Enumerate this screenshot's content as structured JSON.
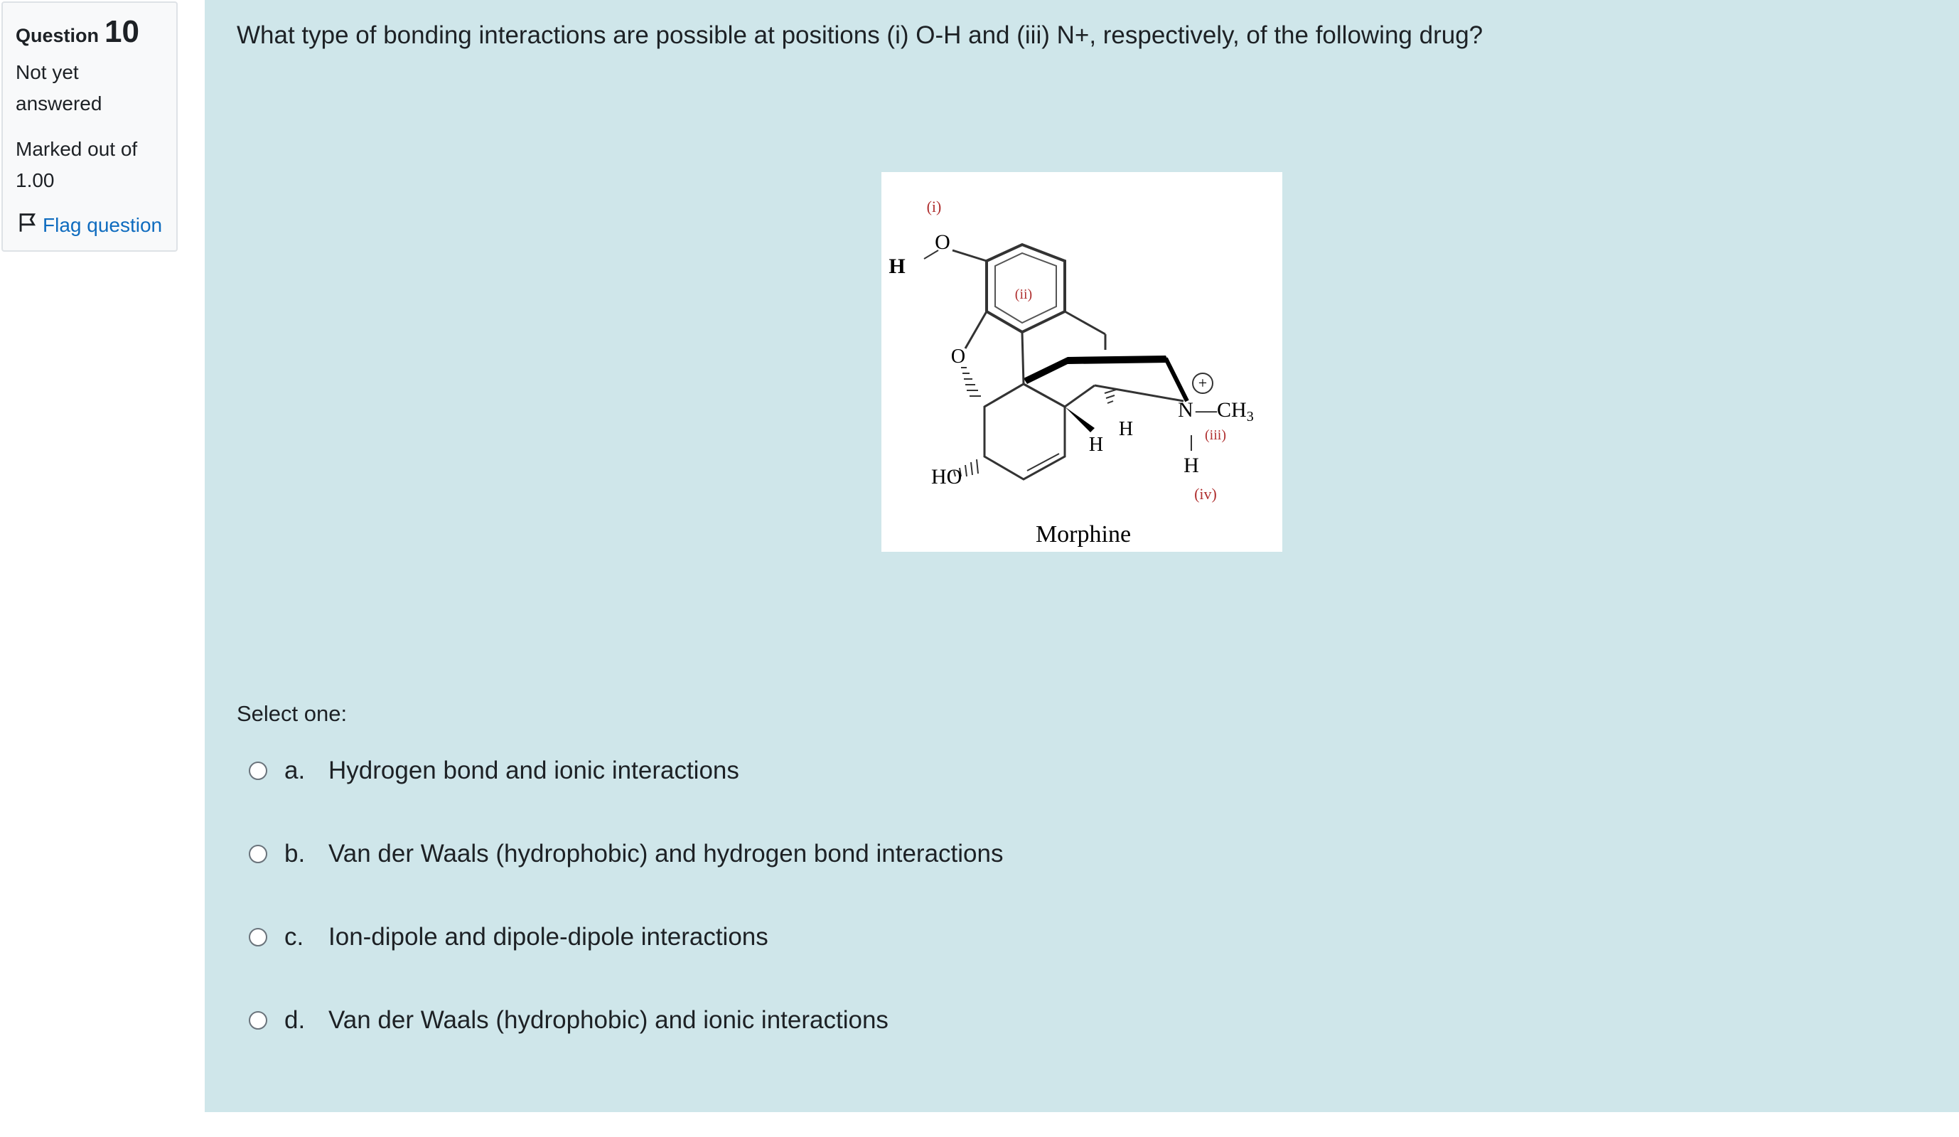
{
  "info": {
    "question_word": "Question",
    "question_number": "10",
    "state_line1": "Not yet",
    "state_line2": "answered",
    "grade_line1": "Marked out of",
    "grade_line2": "1.00",
    "flag_label": "Flag question"
  },
  "question": {
    "text": "What type of bonding interactions are possible at positions (i) O-H and (iii) N+, respectively, of the following drug?",
    "figure": {
      "caption": "Morphine",
      "labels": {
        "pos_i": "(i)",
        "pos_ii": "(ii)",
        "pos_iii": "(iii)",
        "pos_iv": "(iv)",
        "charge": "+",
        "h_left": "H",
        "o_top": "O",
        "o_ring": "O",
        "ho": "HO",
        "n": "N",
        "ch3": "—CH",
        "ch3_sub": "3",
        "h_n": "H",
        "h_mid1": "H",
        "h_mid2": "H"
      }
    },
    "prompt": "Select one:",
    "options": [
      {
        "letter": "a.",
        "text": "Hydrogen bond and ionic interactions"
      },
      {
        "letter": "b.",
        "text": "Van der Waals (hydrophobic) and hydrogen bond interactions"
      },
      {
        "letter": "c.",
        "text": "Ion-dipole and dipole-dipole interactions"
      },
      {
        "letter": "d.",
        "text": "Van der Waals (hydrophobic) and ionic interactions"
      }
    ]
  },
  "colors": {
    "content_bg": "#cfe6ea",
    "link": "#0f6cbf",
    "label_red": "#b03030"
  }
}
